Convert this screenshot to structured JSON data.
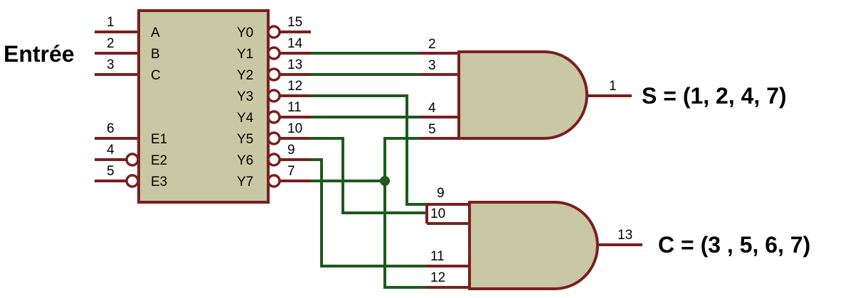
{
  "input_label": "Entrée",
  "decoder": {
    "inputs": [
      {
        "pin": "1",
        "name": "A"
      },
      {
        "pin": "2",
        "name": "B"
      },
      {
        "pin": "3",
        "name": "C"
      },
      {
        "pin": "6",
        "name": "E1"
      },
      {
        "pin": "4",
        "name": "E2"
      },
      {
        "pin": "5",
        "name": "E3"
      }
    ],
    "outputs": [
      {
        "pin": "15",
        "name": "Y0"
      },
      {
        "pin": "14",
        "name": "Y1"
      },
      {
        "pin": "13",
        "name": "Y2"
      },
      {
        "pin": "12",
        "name": "Y3"
      },
      {
        "pin": "11",
        "name": "Y4"
      },
      {
        "pin": "10",
        "name": "Y5"
      },
      {
        "pin": "9",
        "name": "Y6"
      },
      {
        "pin": "7",
        "name": "Y7"
      }
    ]
  },
  "gate_s": {
    "inputs": [
      "2",
      "3",
      "4",
      "5"
    ],
    "output_pin": "1",
    "label": "S = (1, 2, 4, 7)"
  },
  "gate_c": {
    "inputs": [
      "9",
      "10",
      "11",
      "12"
    ],
    "output_pin": "13",
    "label": "C = (3 , 5, 6, 7)"
  },
  "colors": {
    "pin": "#7a1f1f",
    "wire": "#1c5a1c",
    "body": "#c9c8a4"
  }
}
